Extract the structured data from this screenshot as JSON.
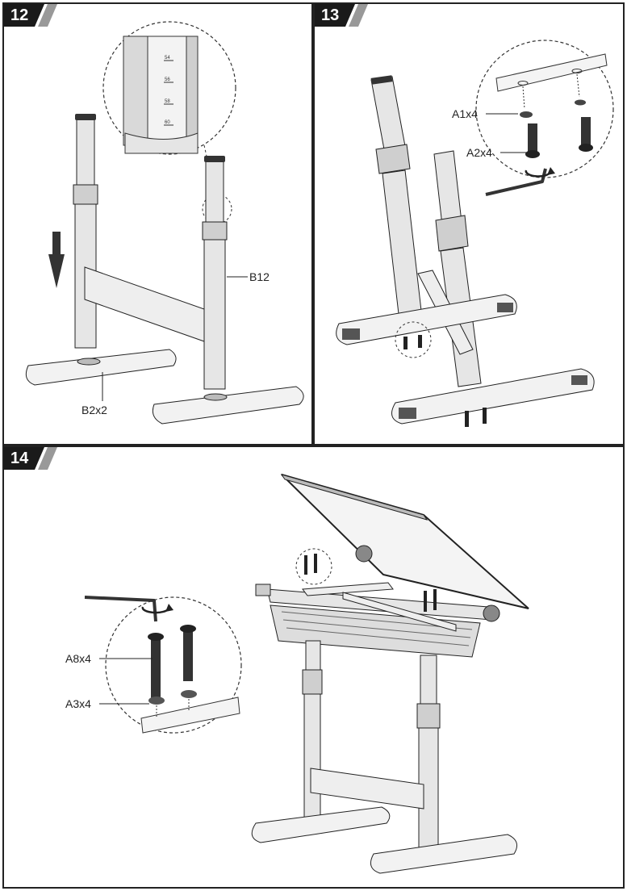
{
  "steps": [
    {
      "number": "12",
      "parts": {
        "leg": "B12",
        "foot": "B2x2"
      },
      "scale_ticks": [
        "54",
        "56",
        "58",
        "60"
      ]
    },
    {
      "number": "13",
      "parts": {
        "washer": "A1x4",
        "bolt": "A2x4"
      }
    },
    {
      "number": "14",
      "parts": {
        "bolt": "A8x4",
        "washer": "A3x4"
      }
    }
  ],
  "colors": {
    "ink": "#222222",
    "tag_bg": "#1a1a1a",
    "tag_slash": "#999999",
    "metal": "#dddddd"
  },
  "icons": [
    "arrow-down-icon",
    "hex-key-icon",
    "rotate-icon",
    "zoom-circle"
  ]
}
